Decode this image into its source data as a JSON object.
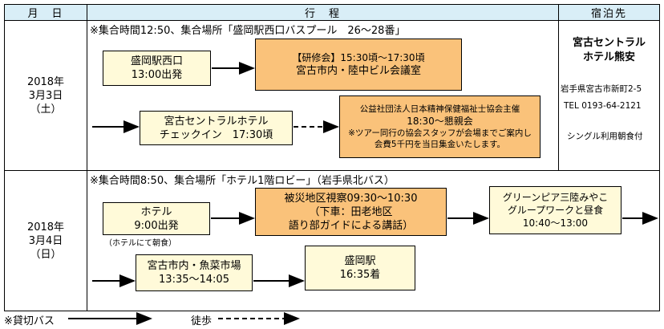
{
  "headers": {
    "date": "月　日",
    "itinerary": "行　程",
    "lodging": "宿泊先"
  },
  "day1": {
    "date_lines": [
      "2018年",
      "3月3日",
      "（土）"
    ],
    "assembly_note": "※集合時間12:50、集合場所「盛岡駅西口バスプール　26～28番」",
    "depart": [
      "盛岡駅西口",
      "13:00出発"
    ],
    "seminar": [
      "【研修会】15:30頃～17:30頃",
      "宮古市内・陸中ビル会議室"
    ],
    "checkin": [
      "宮古セントラルホテル",
      "チェックイン　17:30頃"
    ],
    "party": [
      "公益社団法人日本精神保健福祉士協会主催",
      "18:30～懇親会",
      "※ツアー同行の協会スタッフが会場までご案内し",
      "会費5千円を当日集金いたします。"
    ]
  },
  "day2": {
    "date_lines": [
      "2018年",
      "3月4日",
      "（日）"
    ],
    "assembly_note": "※集合時間8:50、集合場所「ホテル1階ロビー」（岩手県北バス）",
    "hotel_depart": [
      "ホテル",
      "9:00出発"
    ],
    "breakfast_note": "（ホテルにて朝食）",
    "tour": [
      "被災地区視察09:30～10:30",
      "（下車：田老地区",
      "語り部ガイドによる講話）"
    ],
    "lunch": [
      "グリーンピア三陸みやこ",
      "グループワークと昼食",
      "10:40～13:00"
    ],
    "market": [
      "宮古市内・魚菜市場",
      "13:35～14:05"
    ],
    "arrive": [
      "盛岡駅",
      "16:35着"
    ]
  },
  "lodging": {
    "name_lines": [
      "宮古セントラル",
      "ホテル熊安"
    ],
    "address": "岩手県宮古市新町2-5",
    "tel": "TEL 0193-64-2121",
    "plan": "シングル利用朝食付"
  },
  "legend": {
    "bus": "※貸切バス",
    "walk": "徒歩"
  }
}
